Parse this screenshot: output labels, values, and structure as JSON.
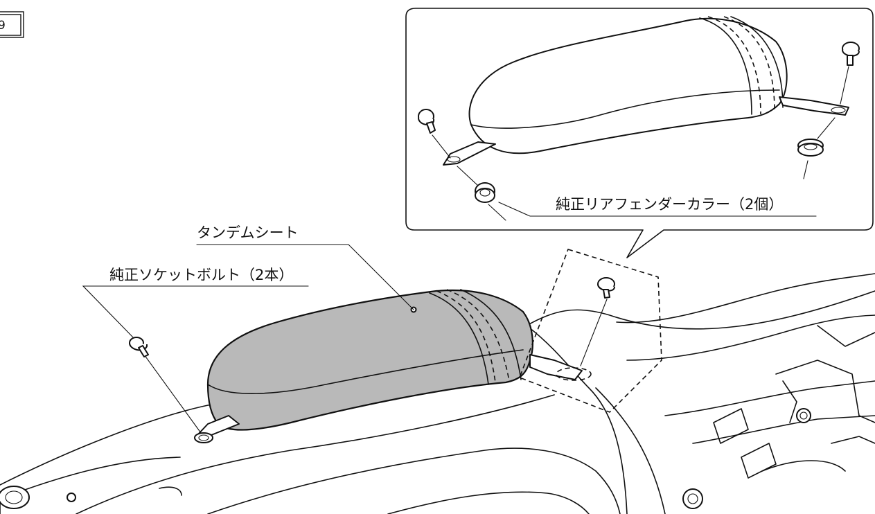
{
  "diagram": {
    "step_number": "9",
    "labels": {
      "tandem_seat": "タンデムシート",
      "socket_bolt": "純正ソケットボルト（2本）",
      "fender_collar": "純正リアフェンダーカラー（2個）"
    }
  }
}
